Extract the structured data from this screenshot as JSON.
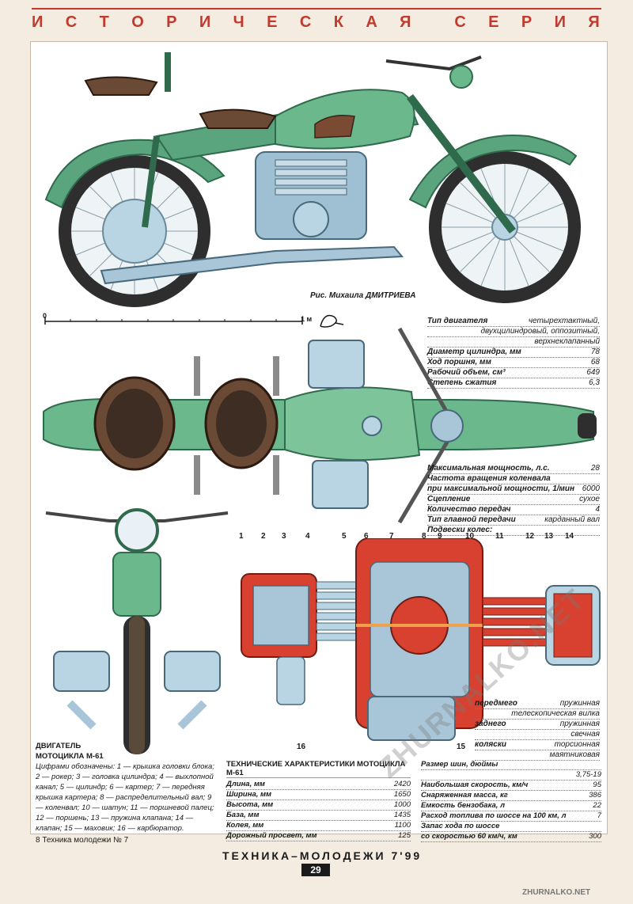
{
  "header": {
    "title_letters": [
      "И",
      "С",
      "Т",
      "О",
      "Р",
      "И",
      "Ч",
      "Е",
      "С",
      "К",
      "А",
      "Я",
      "",
      "С",
      "Е",
      "Р",
      "И",
      "Я"
    ]
  },
  "illustration_credit": "Рис. Михаила ДМИТРИЕВА",
  "scale": {
    "start": "0",
    "end": "1 м"
  },
  "engine_specs": [
    {
      "label": "Тип двигателя",
      "value": "четырехтактный,"
    },
    {
      "label": "",
      "value": "двухцилиндровый, оппозитный,"
    },
    {
      "label": "",
      "value": "верхнеклапанный"
    },
    {
      "label": "Диаметр цилиндра, мм",
      "value": "78"
    },
    {
      "label": "Ход поршня, мм",
      "value": "68"
    },
    {
      "label": "Рабочий объем, см³",
      "value": "649"
    },
    {
      "label": "Степень сжатия",
      "value": "6,3"
    }
  ],
  "power_specs": [
    {
      "label": "Максимальная мощность, л.с.",
      "value": "28"
    },
    {
      "label": "Частота вращения коленвала",
      "value": ""
    },
    {
      "label": "при максимальной мощности, 1/мин",
      "value": "6000"
    },
    {
      "label": "Сцепление",
      "value": "сухое"
    },
    {
      "label": "Количество передач",
      "value": "4"
    },
    {
      "label": "Тип главной передачи",
      "value": "карданный вал"
    },
    {
      "label": "Подвески колес:",
      "value": ""
    }
  ],
  "suspension": [
    {
      "label": "передмего",
      "value": "пружинная"
    },
    {
      "label": "",
      "value": "телескопическая вилка"
    },
    {
      "label": "заднего",
      "value": "пружинная"
    },
    {
      "label": "",
      "value": "свечная"
    },
    {
      "label": "коляски",
      "value": "торсионная"
    },
    {
      "label": "",
      "value": "маятниковая"
    }
  ],
  "part_numbers_top": [
    "1",
    "2",
    "3",
    "4",
    "5",
    "6",
    "7",
    "8",
    "9",
    "10",
    "11",
    "12",
    "13",
    "14"
  ],
  "part_numbers_bottom": [
    "16",
    "15"
  ],
  "engine_legend": {
    "title": "ДВИГАТЕЛЬ",
    "subtitle": "МОТОЦИКЛА М-61",
    "text": "Цифрами обозначены: 1 — крышка головки блока; 2 — рокер; 3 — головка цилиндра; 4 — выхлопной канал; 5 — цилиндр; 6 — картер; 7 — передняя крышка картера; 8 — распределительный вал; 9 — коленвал; 10 — шатун; 11 — поршневой палец; 12 — поршень; 13 — пружина клапана; 14 — клапан; 15 — маховик; 16 — карбюратор."
  },
  "tech": {
    "title": "ТЕХНИЧЕСКИЕ ХАРАКТЕРИСТИКИ МОТОЦИКЛА М-61",
    "rows": [
      {
        "label": "Длина, мм",
        "value": "2420"
      },
      {
        "label": "Ширина, мм",
        "value": "1650"
      },
      {
        "label": "Высота, мм",
        "value": "1000"
      },
      {
        "label": "База, мм",
        "value": "1435"
      },
      {
        "label": "Колея, мм",
        "value": "1100"
      },
      {
        "label": "Дорожный просвет, мм",
        "value": "125"
      }
    ]
  },
  "right_specs": [
    {
      "label": "Размер шин, дюймы",
      "value": ""
    },
    {
      "label": "",
      "value": "3,75-19"
    },
    {
      "label": "Наибольшая скорость, км/ч",
      "value": "95"
    },
    {
      "label": "Снаряженная масса, кг",
      "value": "386"
    },
    {
      "label": "Емкость бензобака, л",
      "value": "22"
    },
    {
      "label": "Расход топлива по шоссе на 100 км, л",
      "value": "7"
    },
    {
      "label": "Запас хода по шоссе",
      "value": ""
    },
    {
      "label": "со скоростью 60 км/ч, км",
      "value": "300"
    }
  ],
  "footer": {
    "note": "8 Техника молодежи № 7",
    "magazine": "ТЕХНИКА–МОЛОДЕЖИ   7'99",
    "page": "29"
  },
  "watermark": "ZHURNALKO.NET",
  "watermark_small": "ZHURNALKO.NET",
  "colors": {
    "accent": "#c23a2e",
    "body_green": "#5aa57e",
    "engine_red": "#d8412f",
    "metal": "#a9c6d8"
  }
}
